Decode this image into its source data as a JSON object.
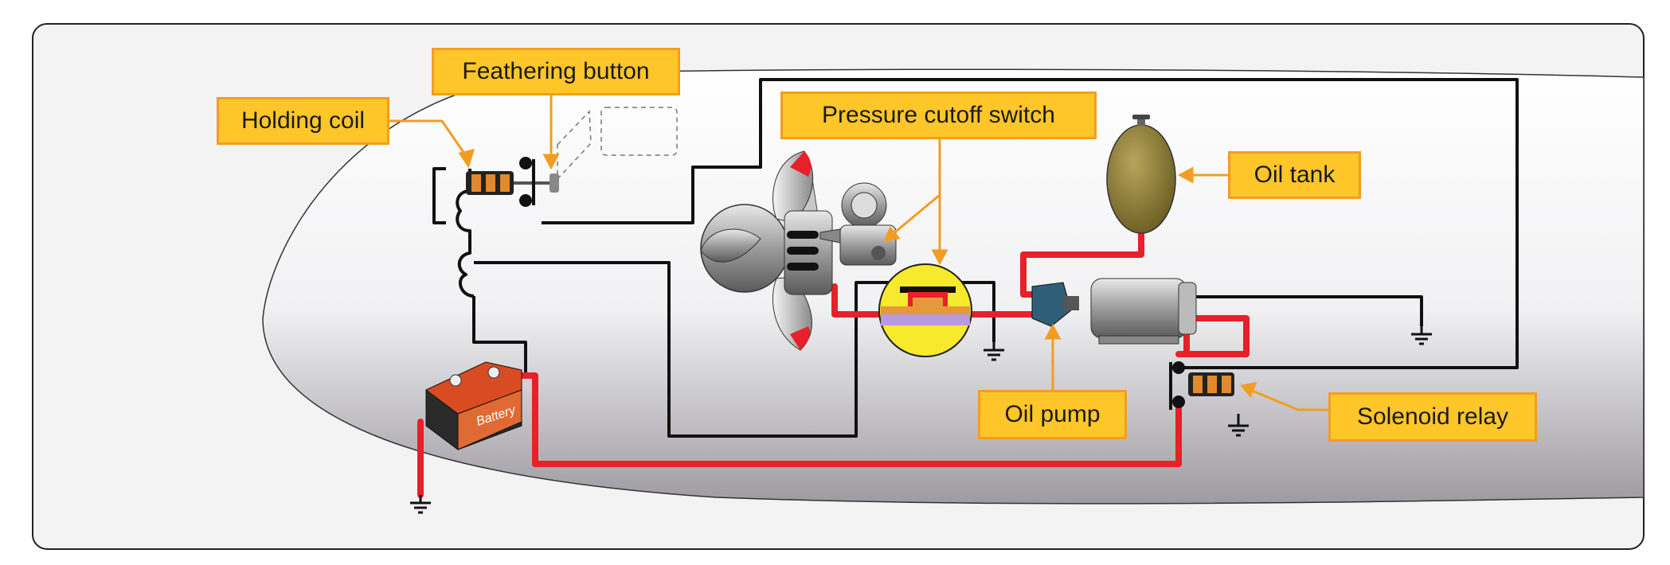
{
  "labels": {
    "holding_coil": "Holding coil",
    "feathering_button": "Feathering button",
    "pressure_cutoff_switch": "Pressure cutoff switch",
    "oil_tank": "Oil tank",
    "oil_pump": "Oil pump",
    "solenoid_relay": "Solenoid relay",
    "battery": "Battery"
  },
  "colors": {
    "callout_fill": "#ffc62a",
    "callout_border": "#f29d22",
    "leader": "#f29d22",
    "power_wire": "#e8202a",
    "control_wire": "#111111",
    "oil_tank": "#8a7a34",
    "battery": "#d94b22",
    "switch_detail": "#f7ea2c"
  }
}
